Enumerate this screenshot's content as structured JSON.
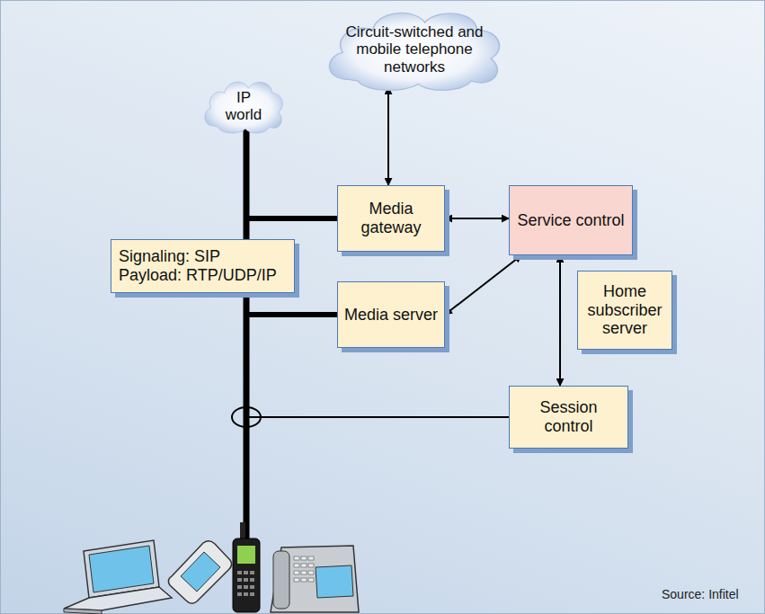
{
  "diagram": {
    "nodes": [
      {
        "text": [
          "IP world"
        ]
      },
      {
        "text": [
          "Circuit-switched and mobile telephone networks"
        ]
      },
      {
        "text": [
          "Media gateway"
        ]
      },
      {
        "text": [
          "Service control"
        ]
      },
      {
        "text": [
          "Signaling: SIP",
          "Payload: RTP/UDP/IP"
        ]
      },
      {
        "text": [
          "Media server"
        ]
      },
      {
        "text": [
          "Home subscriber server"
        ]
      },
      {
        "text": [
          "Session control"
        ]
      }
    ],
    "edges": [
      {
        "from": 1,
        "to": 2,
        "arrow": "both"
      },
      {
        "from": 2,
        "to": 3,
        "arrow": "both"
      },
      {
        "from": 5,
        "to": 3,
        "arrow": "both"
      },
      {
        "from": 3,
        "to": 7,
        "arrow": "both"
      },
      {
        "from": 0,
        "to": 2,
        "arrow": "none"
      },
      {
        "from": 0,
        "to": 5,
        "arrow": "none"
      },
      {
        "from": 0,
        "to": 7,
        "arrow": "none"
      }
    ],
    "labels": [
      "Source: Infitel"
    ]
  }
}
